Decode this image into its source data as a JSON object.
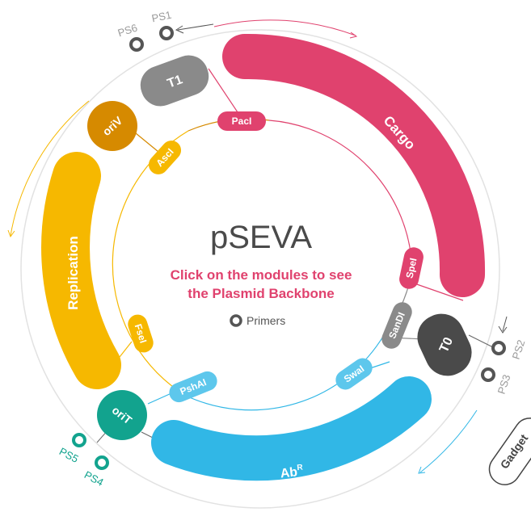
{
  "title": "pSEVA",
  "instruction_line1": "Click on the modules to see",
  "instruction_line2": "the Plasmid Backbone",
  "legend_label": "Primers",
  "gadget_label": "Gadget",
  "modules": {
    "cargo": "Cargo",
    "t1": "T1",
    "t0": "T0",
    "oriv": "oriV",
    "replication": "Replication",
    "orit": "oriT",
    "abr": "Ab",
    "abr_sup": "R"
  },
  "sites": {
    "pacl": "PacI",
    "ascl": "AscI",
    "fsel": "FseI",
    "pshal": "PshAI",
    "swal": "SwaI",
    "sandl": "SanDI",
    "spel": "SpeI"
  },
  "primers": {
    "ps1": "PS1",
    "ps6": "PS6",
    "ps2": "PS2",
    "ps3": "PS3",
    "ps4": "PS4",
    "ps5": "PS5"
  },
  "colors": {
    "cargo": "#e0426e",
    "terminator": "#8a8a8a",
    "t0": "#4a4a4a",
    "oriv": "#d68a00",
    "replication": "#f6b800",
    "orit": "#12a38e",
    "abr": "#31b7e6",
    "ring": "#dcdcdc",
    "primer_gray": "#9a9a9a",
    "primer_teal": "#12a38e"
  }
}
